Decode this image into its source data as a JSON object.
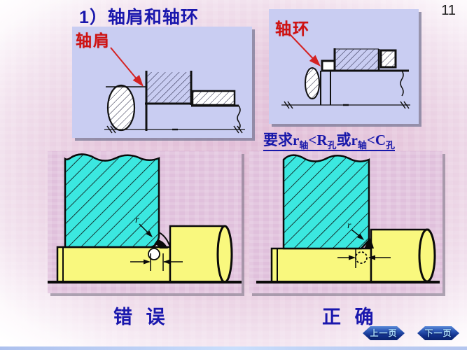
{
  "slide": {
    "page_number": "11",
    "title": "1）轴肩和轴环"
  },
  "top_left_panel": {
    "label": "轴肩"
  },
  "top_right_panel": {
    "label": "轴环"
  },
  "formula": {
    "p1": "要求",
    "v1": "r",
    "s1": "轴",
    "p2": "<",
    "v2": "R",
    "s2": "孔",
    "p3": "或",
    "v3": "r",
    "s3": "轴",
    "p4": "<",
    "v4": "C",
    "s4": "孔"
  },
  "bottom_left_panel": {
    "caption": "错 误",
    "radius_label": "r"
  },
  "bottom_right_panel": {
    "caption": "正 确",
    "radius_label": "r"
  },
  "nav": {
    "prev": "上一页",
    "next": "下一页"
  },
  "colors": {
    "title_blue": "#1a17ad",
    "label_red": "#cf1212",
    "panel_blue": "#c9cdf2",
    "panel_pink": "#e0c0dc",
    "hub_cyan": "#3be8e0",
    "shaft_yellow": "#f9f87e",
    "nav_blue": "#102e88"
  }
}
